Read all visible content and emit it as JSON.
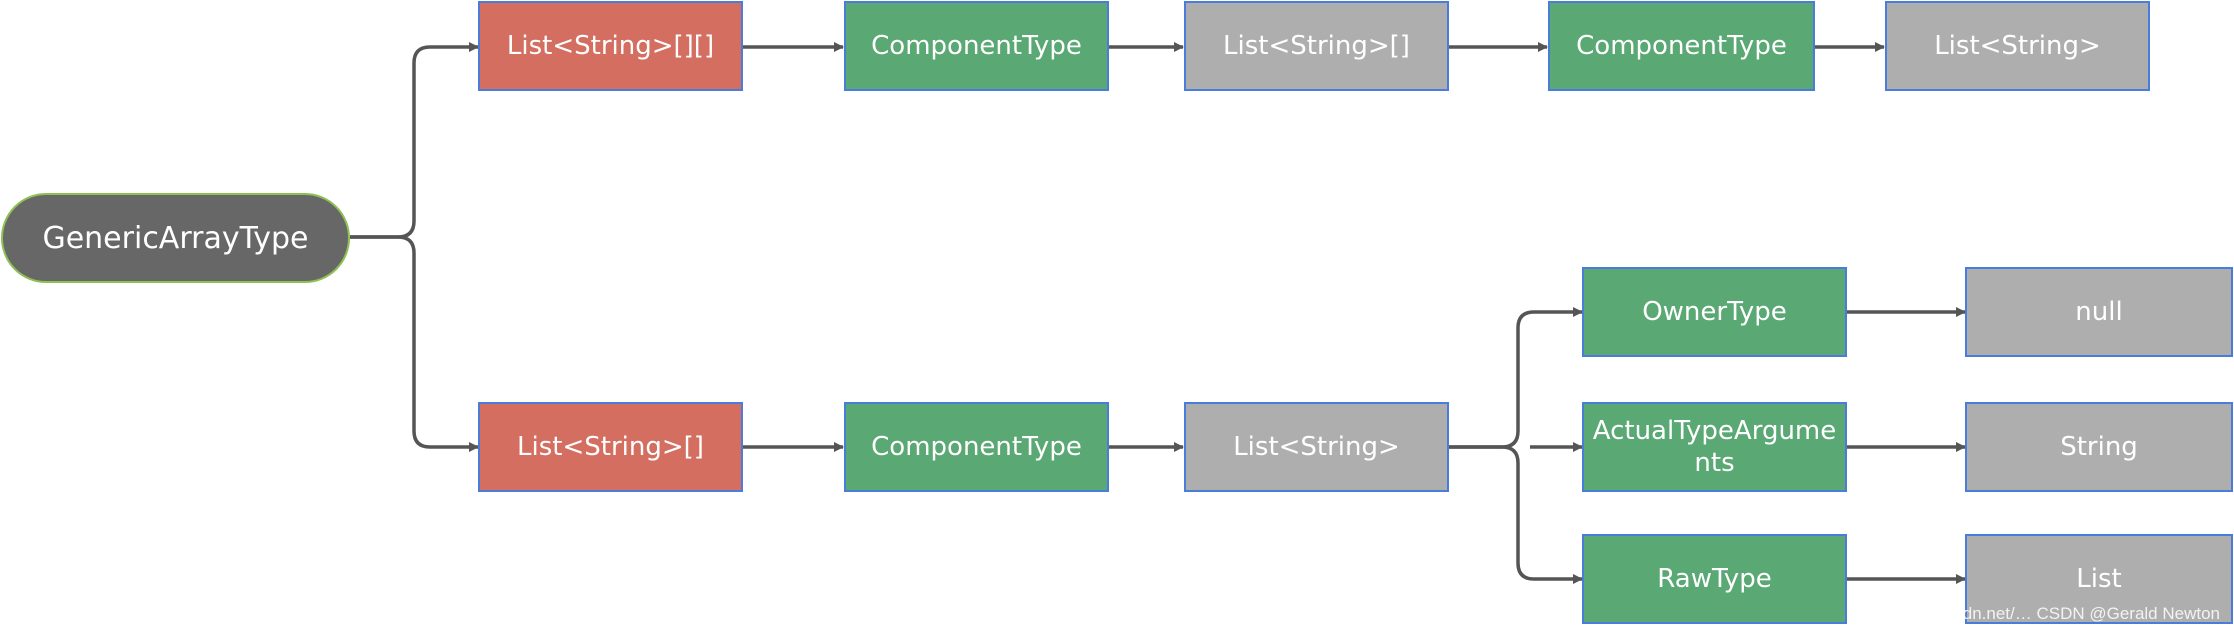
{
  "root": {
    "label": "GenericArrayType"
  },
  "top_chain": [
    {
      "label": "List<String>[][]"
    },
    {
      "label": "ComponentType"
    },
    {
      "label": "List<String>[]"
    },
    {
      "label": "ComponentType"
    },
    {
      "label": "List<String>"
    }
  ],
  "bottom_chain": [
    {
      "label": "List<String>[]"
    },
    {
      "label": "ComponentType"
    },
    {
      "label": "List<String>"
    }
  ],
  "branches": [
    {
      "key": "OwnerType",
      "value": "null"
    },
    {
      "key": "ActualTypeArguments",
      "value": "String"
    },
    {
      "key": "RawType",
      "value": "List"
    }
  ],
  "watermark": "https://blog.csdn.net/… CSDN @Gerald Newton",
  "colors": {
    "root_fill": "#676767",
    "red_fill": "#d46e60",
    "green_fill": "#5aa874",
    "gray_fill": "#aeaeae",
    "box_border": "#4a7cdc",
    "connector": "#555555"
  }
}
